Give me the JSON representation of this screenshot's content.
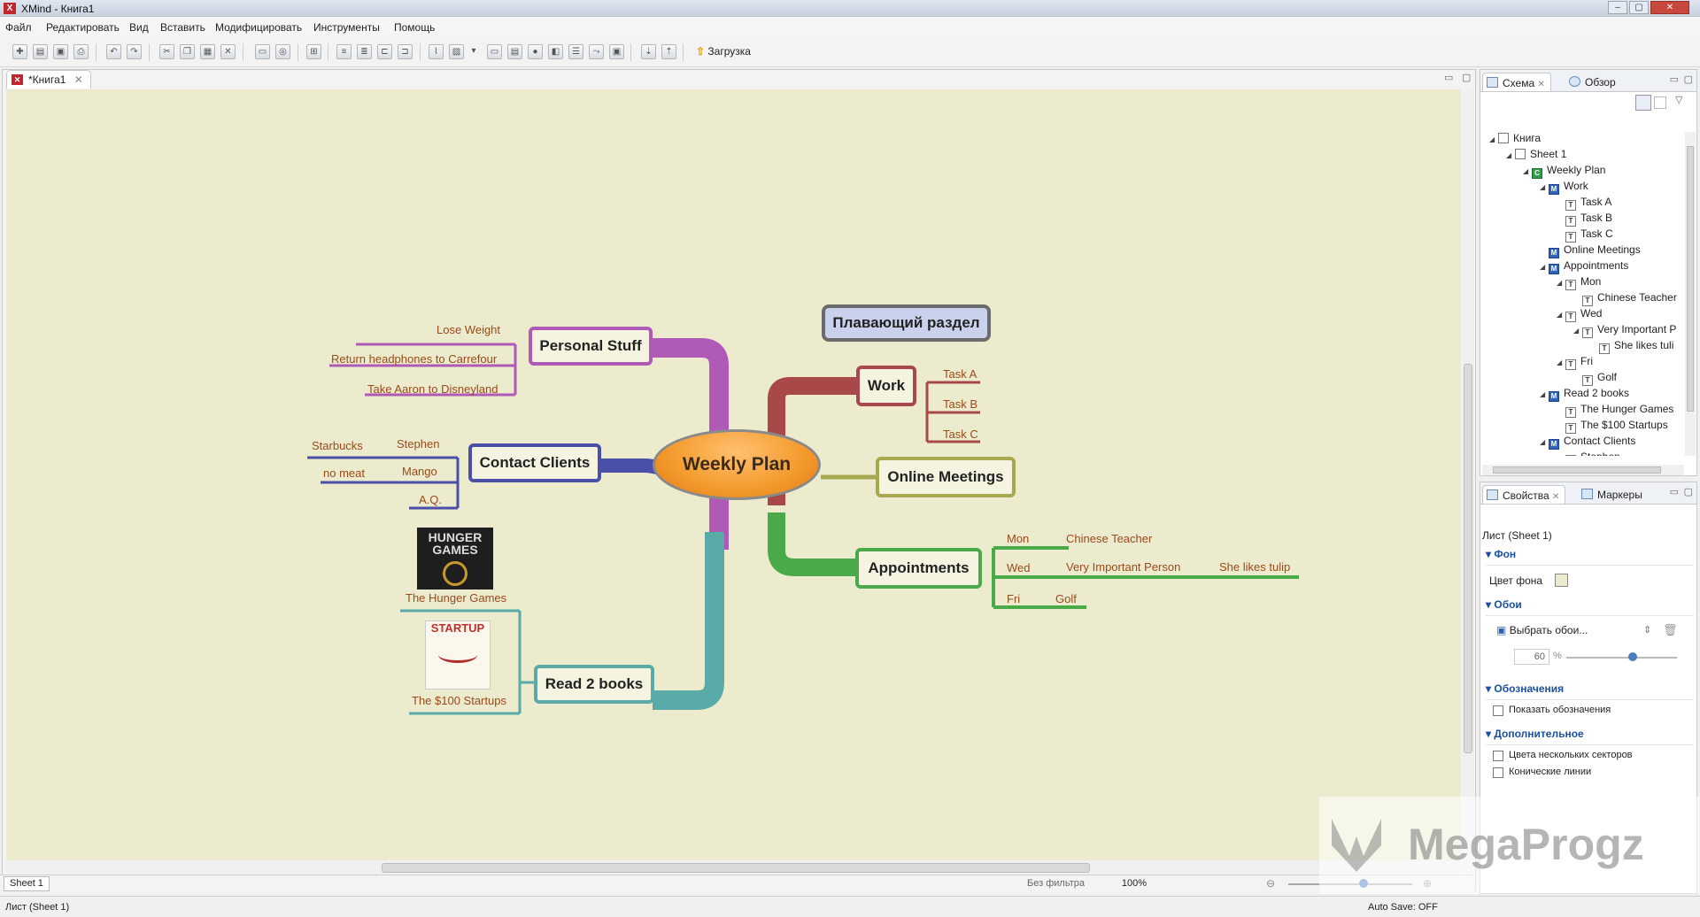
{
  "window": {
    "title": "XMind - Книга1",
    "app_icon": "X"
  },
  "menu": [
    "Файл",
    "Редактировать",
    "Вид",
    "Вставить",
    "Модифицировать",
    "Инструменты",
    "Помощь"
  ],
  "toolbar": {
    "upload_label": "Загрузка"
  },
  "editor": {
    "tab_label": "*Книга1",
    "sheet_tab": "Sheet 1",
    "filter": "Без фильтра",
    "zoom": "100%"
  },
  "mindmap": {
    "central": "Weekly Plan",
    "floating": "Плавающий раздел",
    "personal": {
      "label": "Personal Stuff",
      "items": [
        "Lose Weight",
        "Return headphones to Carrefour",
        "Take Aaron to Disneyland"
      ]
    },
    "contact": {
      "label": "Contact Clients",
      "starbucks": "Starbucks",
      "stephen": "Stephen",
      "nomeat": "no meat",
      "mango": "Mango",
      "aq": "A.Q."
    },
    "books": {
      "label": "Read 2 books",
      "b1": "The Hunger Games",
      "b2": "The $100 Startups",
      "b1_cover": "HUNGER GAMES",
      "b2_cover": "STARTUP"
    },
    "work": {
      "label": "Work",
      "items": [
        "Task A",
        "Task B",
        "Task C"
      ]
    },
    "online": {
      "label": "Online Meetings"
    },
    "appointments": {
      "label": "Appointments",
      "mon": "Mon",
      "chinese": "Chinese Teacher",
      "wed": "Wed",
      "vip": "Very Important Person",
      "tulip": "She likes tulip",
      "fri": "Fri",
      "golf": "Golf"
    }
  },
  "outline": {
    "tab": "Схема",
    "tab2": "Обзор",
    "rows": [
      {
        "label": "Книга",
        "lvl": 0,
        "icon": "book",
        "tw": "◢"
      },
      {
        "label": "Sheet 1",
        "lvl": 1,
        "icon": "sheet",
        "tw": "◢"
      },
      {
        "label": "Weekly Plan",
        "lvl": 2,
        "icon": "C",
        "tw": "◢"
      },
      {
        "label": "Work",
        "lvl": 3,
        "icon": "M",
        "tw": "◢"
      },
      {
        "label": "Task A",
        "lvl": 4,
        "icon": "T",
        "tw": ""
      },
      {
        "label": "Task B",
        "lvl": 4,
        "icon": "T",
        "tw": ""
      },
      {
        "label": "Task C",
        "lvl": 4,
        "icon": "T",
        "tw": ""
      },
      {
        "label": "Online Meetings",
        "lvl": 3,
        "icon": "M",
        "tw": ""
      },
      {
        "label": "Appointments",
        "lvl": 3,
        "icon": "M",
        "tw": "◢"
      },
      {
        "label": "Mon",
        "lvl": 4,
        "icon": "T",
        "tw": "◢"
      },
      {
        "label": "Chinese Teacher",
        "lvl": 5,
        "icon": "T",
        "tw": ""
      },
      {
        "label": "Wed",
        "lvl": 4,
        "icon": "T",
        "tw": "◢"
      },
      {
        "label": "Very Important P",
        "lvl": 5,
        "icon": "T",
        "tw": "◢"
      },
      {
        "label": "She likes tuli",
        "lvl": 6,
        "icon": "T",
        "tw": ""
      },
      {
        "label": "Fri",
        "lvl": 4,
        "icon": "T",
        "tw": "◢"
      },
      {
        "label": "Golf",
        "lvl": 5,
        "icon": "T",
        "tw": ""
      },
      {
        "label": "Read 2 books",
        "lvl": 3,
        "icon": "M",
        "tw": "◢"
      },
      {
        "label": "The Hunger Games",
        "lvl": 4,
        "icon": "T",
        "tw": ""
      },
      {
        "label": "The $100 Startups",
        "lvl": 4,
        "icon": "T",
        "tw": ""
      },
      {
        "label": "Contact Clients",
        "lvl": 3,
        "icon": "M",
        "tw": "◢"
      },
      {
        "label": "Stephen",
        "lvl": 4,
        "icon": "T",
        "tw": "◢"
      }
    ]
  },
  "properties": {
    "tab": "Свойства",
    "tab2": "Маркеры",
    "header": "Лист (Sheet 1)",
    "sec_bg": "Фон",
    "bg_color_label": "Цвет фона",
    "bg_color": "#ecebce",
    "sec_wall": "Обои",
    "choose_wall": "Выбрать обои...",
    "opacity": "60",
    "pct": "%",
    "sec_legend": "Обозначения",
    "show_legend": "Показать обозначения",
    "sec_adv": "Дополнительное",
    "multi_color": "Цвета нескольких секторов",
    "tapered": "Конические линии"
  },
  "status": {
    "left": "Лист (Sheet 1)",
    "autosave": "Auto Save: OFF"
  },
  "watermark": "MegaProgz",
  "colors": {
    "personal": "#b05ab8",
    "contact": "#4a4fa8",
    "books": "#5aaaa8",
    "work": "#a84848",
    "online": "#a8a850",
    "appointments": "#4aaa4a",
    "central": "#f39a2b"
  }
}
